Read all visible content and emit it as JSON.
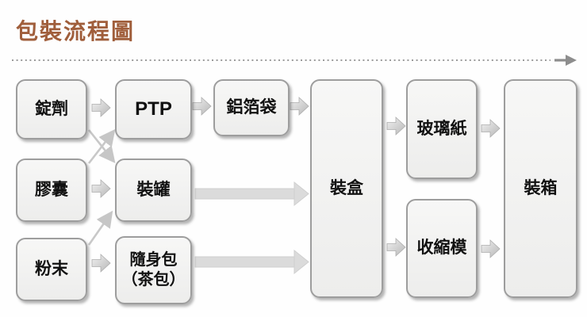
{
  "title": "包裝流程圖",
  "colors": {
    "title": "#a05e3b",
    "box_border": "#9d9d9d",
    "box_fill": "#f0f0ef",
    "arrow_gray": "#c9c9c9",
    "long_arrow": "#dbdbdb",
    "dotted_line": "#9b9b9b",
    "text": "#111111"
  },
  "timeline": {
    "style": "dotted",
    "direction": "right"
  },
  "nodes": {
    "tablet": {
      "label": "錠劑"
    },
    "capsule": {
      "label": "膠囊"
    },
    "powder": {
      "label": "粉末"
    },
    "ptp": {
      "label": "PTP"
    },
    "canning": {
      "label": "裝罐"
    },
    "sachet": {
      "line1": "隨身包",
      "line2": "（茶包）"
    },
    "foil_bag": {
      "label": "鋁箔袋"
    },
    "boxing": {
      "label": "裝盒"
    },
    "cellophane": {
      "label": "玻璃紙"
    },
    "shrink": {
      "label": "收縮模"
    },
    "carton": {
      "label": "裝箱"
    }
  },
  "edges": [
    {
      "from": "tablet",
      "to": "ptp"
    },
    {
      "from": "tablet",
      "to": "canning"
    },
    {
      "from": "capsule",
      "to": "ptp"
    },
    {
      "from": "capsule",
      "to": "canning"
    },
    {
      "from": "powder",
      "to": "canning"
    },
    {
      "from": "powder",
      "to": "sachet"
    },
    {
      "from": "ptp",
      "to": "foil_bag"
    },
    {
      "from": "foil_bag",
      "to": "boxing"
    },
    {
      "from": "canning",
      "to": "boxing"
    },
    {
      "from": "sachet",
      "to": "boxing"
    },
    {
      "from": "boxing",
      "to": "cellophane"
    },
    {
      "from": "boxing",
      "to": "shrink"
    },
    {
      "from": "cellophane",
      "to": "carton"
    },
    {
      "from": "shrink",
      "to": "carton"
    }
  ]
}
